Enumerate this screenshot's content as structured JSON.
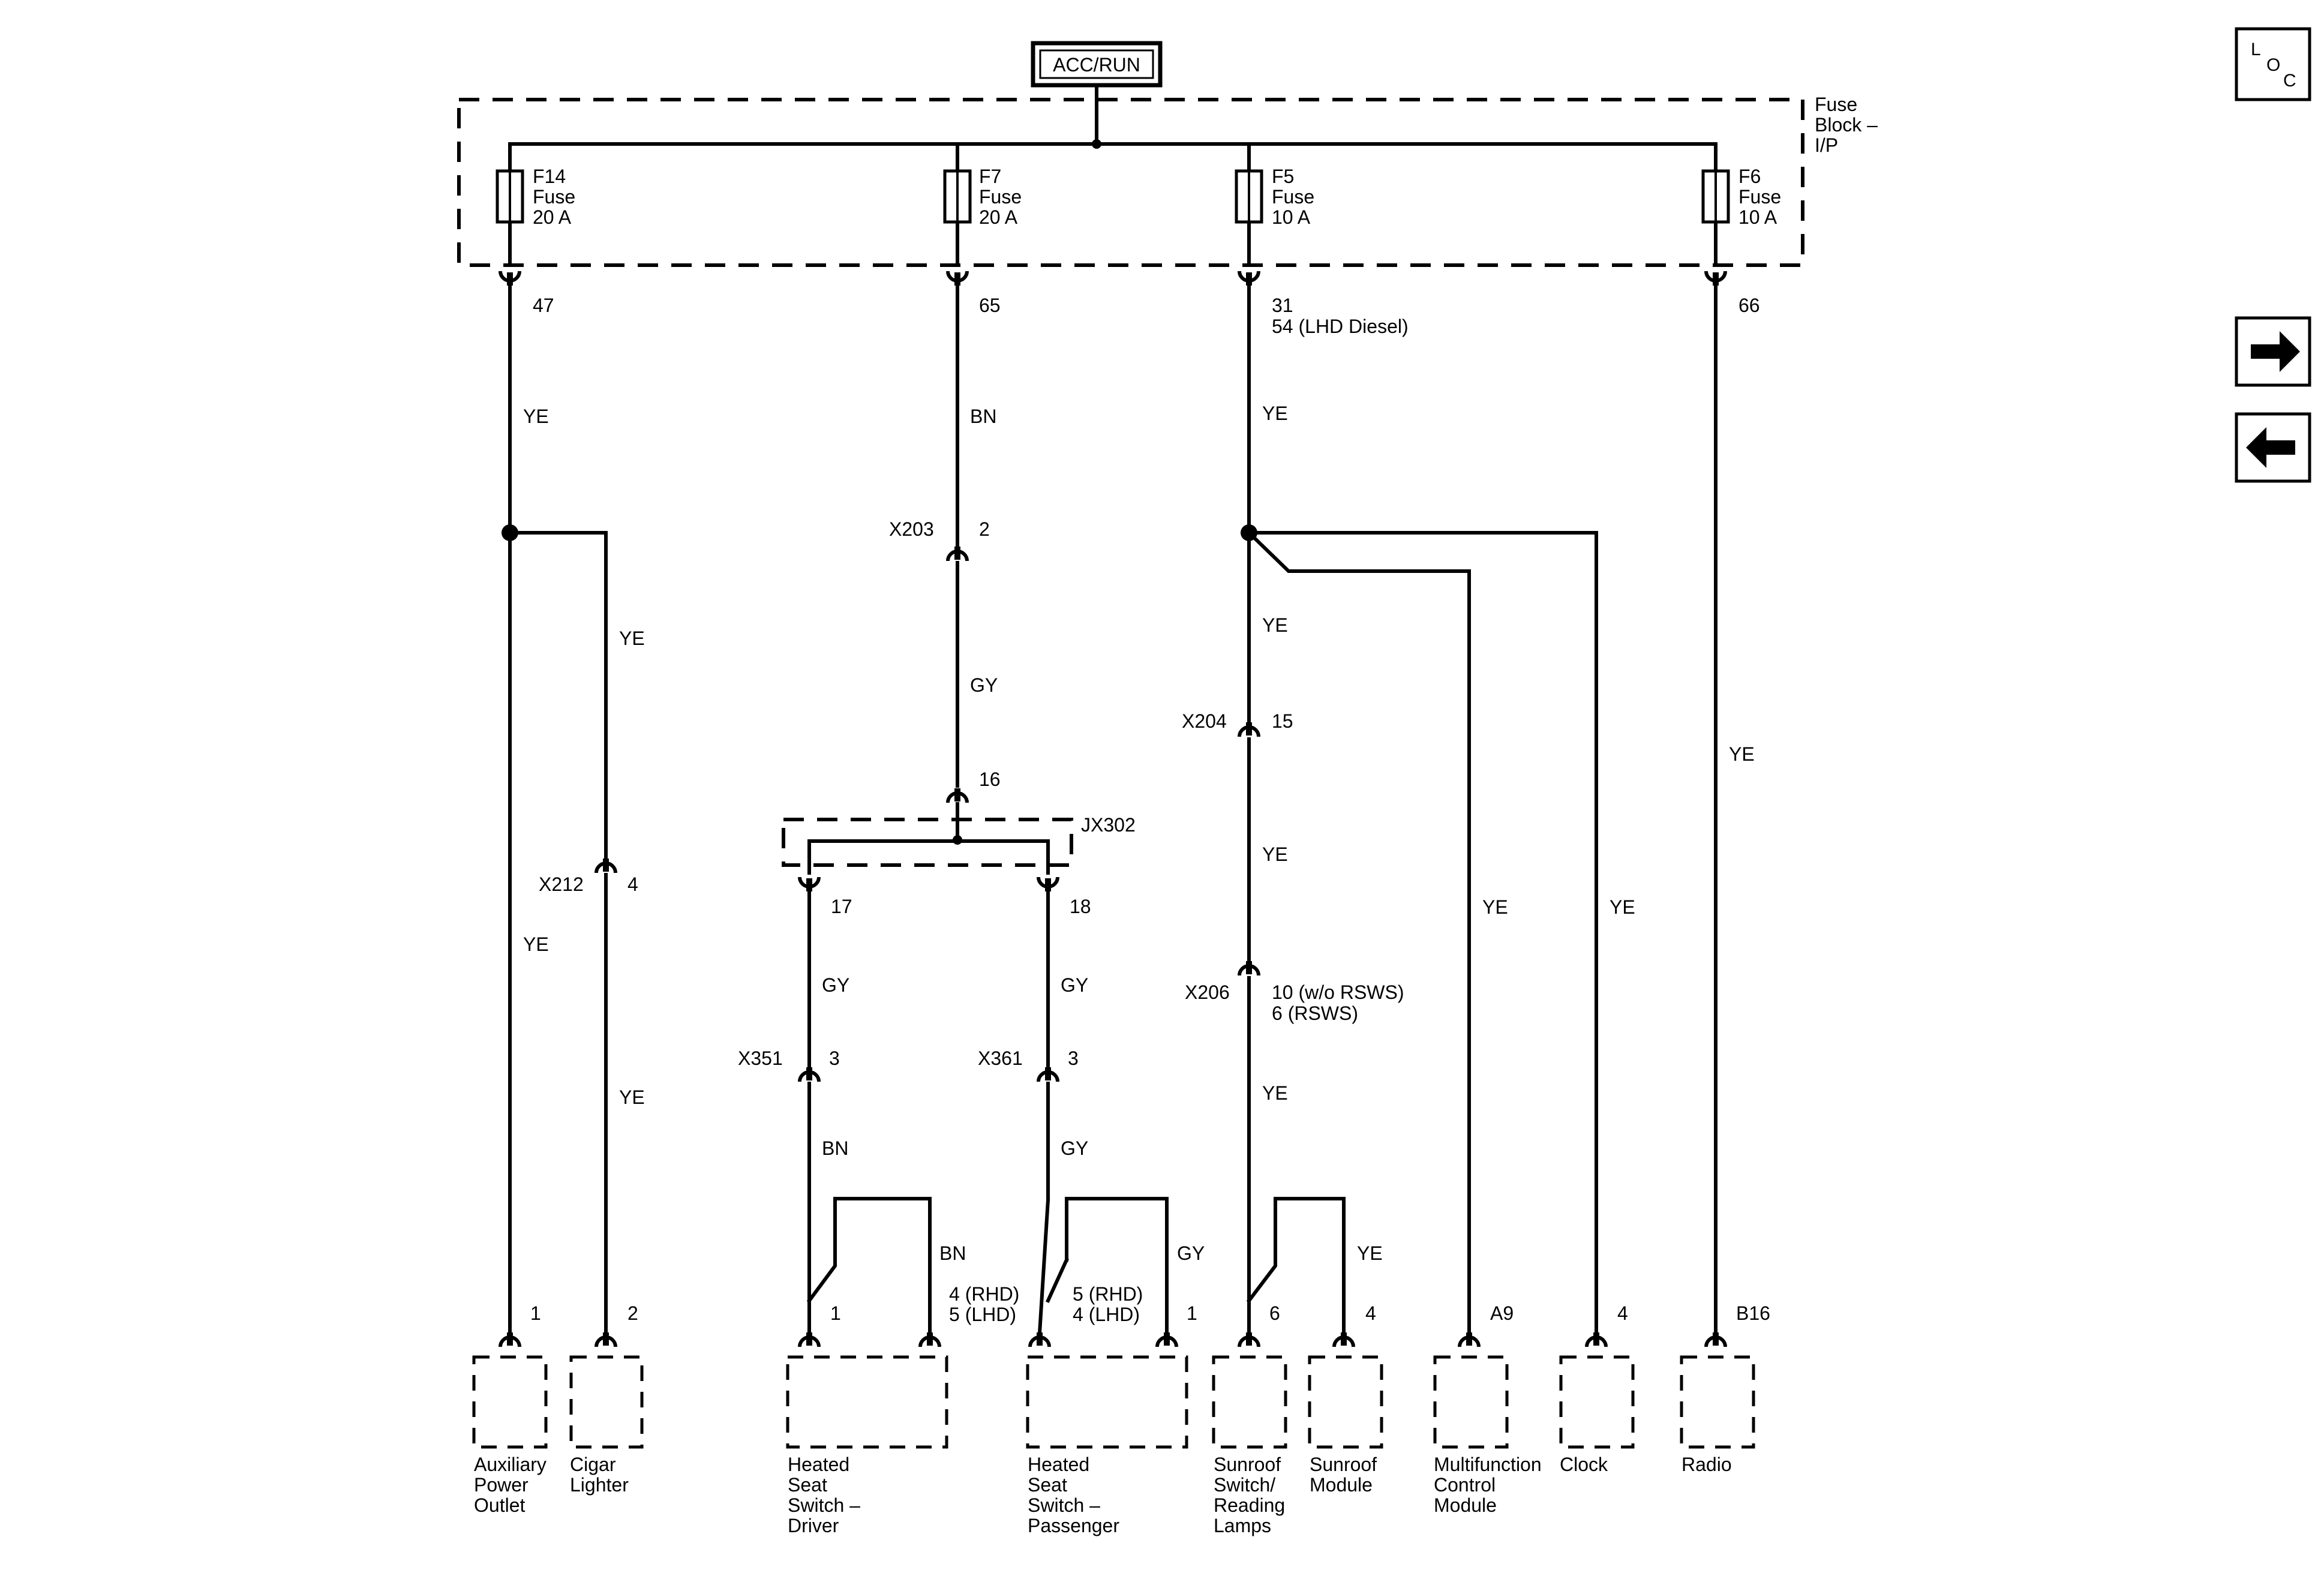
{
  "power_source": "ACC/RUN",
  "fuse_block_label": [
    "Fuse",
    "Block –",
    "I/P"
  ],
  "nav": {
    "loc_letters": [
      "L",
      "O",
      "C"
    ],
    "next_icon": "arrow-right-icon",
    "prev_icon": "arrow-left-icon"
  },
  "fuses": [
    {
      "label": [
        "F14",
        "Fuse",
        "20 A"
      ],
      "pin": "47"
    },
    {
      "label": [
        "F7",
        "Fuse",
        "20 A"
      ],
      "pin": "65"
    },
    {
      "label": [
        "F5",
        "Fuse",
        "10 A"
      ],
      "pin": "31",
      "pin_note": "54 (LHD Diesel)"
    },
    {
      "label": [
        "F6",
        "Fuse",
        "10 A"
      ],
      "pin": "66"
    }
  ],
  "wire_colors": {
    "f14_main": "YE",
    "cigar_upper": "YE",
    "aux_lower": "YE",
    "cigar_lower": "YE",
    "f7_top": "BN",
    "f7_mid": "GY",
    "driver_upper": "GY",
    "driver_lower": "BN",
    "driver_loop": "BN",
    "pass_upper": "GY",
    "pass_lower": "GY",
    "pass_loop": "GY",
    "f5_top": "YE",
    "f5_mid1": "YE",
    "f5_mid2": "YE",
    "f5_lower": "YE",
    "sunroof_loop": "YE",
    "mfcm": "YE",
    "clock": "YE",
    "radio": "YE"
  },
  "connectors": {
    "x212": {
      "name": "X212",
      "pin": "4"
    },
    "x203": {
      "name": "X203",
      "pin": "2"
    },
    "jx302": {
      "name": "JX302",
      "pin_in": "16",
      "pin_left": "17",
      "pin_right": "18"
    },
    "x351": {
      "name": "X351",
      "pin": "3"
    },
    "x361": {
      "name": "X361",
      "pin": "3"
    },
    "x204": {
      "name": "X204",
      "pin": "15"
    },
    "x206": {
      "name": "X206",
      "pin_a": "10 (w/o RSWS)",
      "pin_b": "6 (RSWS)"
    }
  },
  "components": [
    {
      "id": "aux",
      "label": [
        "Auxiliary",
        "Power",
        "Outlet"
      ],
      "pins": [
        "1"
      ]
    },
    {
      "id": "cigar",
      "label": [
        "Cigar",
        "Lighter"
      ],
      "pins": [
        "2"
      ]
    },
    {
      "id": "hs_driver",
      "label": [
        "Heated",
        "Seat",
        "Switch –",
        "Driver"
      ],
      "pins": [
        "1",
        "4 (RHD)",
        "5 (LHD)"
      ]
    },
    {
      "id": "hs_pass",
      "label": [
        "Heated",
        "Seat",
        "Switch –",
        "Passenger"
      ],
      "pins": [
        "5 (RHD)",
        "4 (LHD)",
        "1"
      ]
    },
    {
      "id": "sunroof_sw",
      "label": [
        "Sunroof",
        "Switch/",
        "Reading",
        "Lamps"
      ],
      "pins": [
        "6"
      ]
    },
    {
      "id": "sunroof_mod",
      "label": [
        "Sunroof",
        "Module"
      ],
      "pins": [
        "4"
      ]
    },
    {
      "id": "mfcm",
      "label": [
        "Multifunction",
        "Control",
        "Module"
      ],
      "pins": [
        "A9"
      ]
    },
    {
      "id": "clock",
      "label": [
        "Clock"
      ],
      "pins": [
        "4"
      ]
    },
    {
      "id": "radio",
      "label": [
        "Radio"
      ],
      "pins": [
        "B16"
      ]
    }
  ]
}
